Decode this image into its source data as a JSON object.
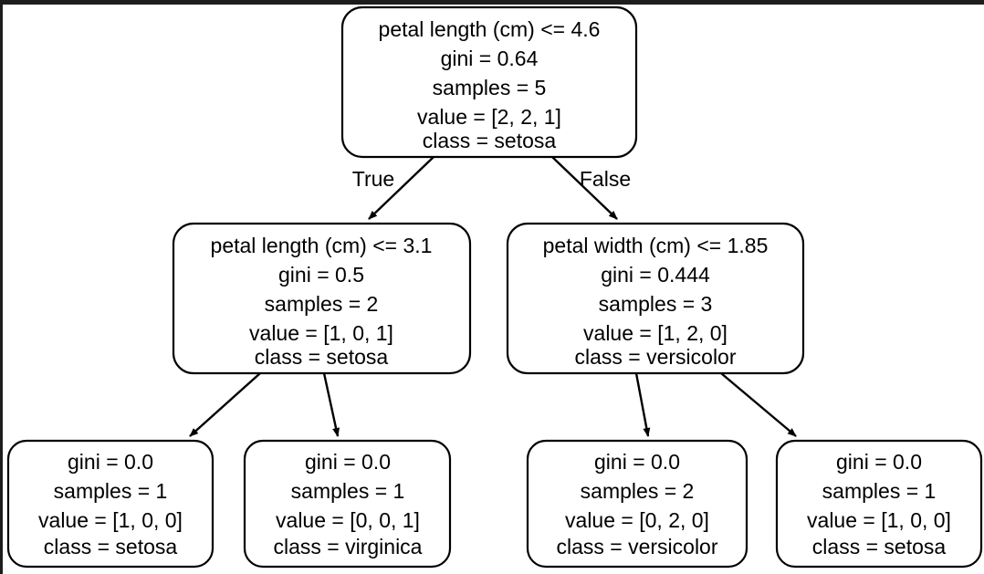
{
  "diagram": {
    "type": "decision-tree",
    "background_color": "#ffffff",
    "border_color": "#1d1d1d",
    "edge_color": "#000000",
    "text_color": "#000000",
    "class_names": [
      "setosa",
      "versicolor",
      "virginica"
    ],
    "edge_labels": {
      "left": "True",
      "right": "False"
    },
    "palette": {
      "white": "#ffffff",
      "setosa_orange": "#e58139",
      "versicolor_green": "#39e581",
      "versicolor_green_light": "#9bedbe",
      "virginica_purple": "#8139e5"
    },
    "nodes": [
      {
        "id": "root",
        "fill": "#ffffff",
        "lines": [
          "petal length (cm) <= 4.6",
          "gini = 0.64",
          "samples = 5",
          "value = [2, 2, 1]",
          "class = setosa"
        ],
        "feature": "petal length (cm)",
        "threshold": 4.6,
        "gini": 0.64,
        "samples": 5,
        "value": [
          2,
          2,
          1
        ],
        "class": "setosa"
      },
      {
        "id": "left-internal",
        "fill": "#ffffff",
        "lines": [
          "petal length (cm) <= 3.1",
          "gini = 0.5",
          "samples = 2",
          "value = [1, 0, 1]",
          "class = setosa"
        ],
        "feature": "petal length (cm)",
        "threshold": 3.1,
        "gini": 0.5,
        "samples": 2,
        "value": [
          1,
          0,
          1
        ],
        "class": "setosa"
      },
      {
        "id": "right-internal",
        "fill": "#9bedbe",
        "lines": [
          "petal width (cm) <= 1.85",
          "gini = 0.444",
          "samples = 3",
          "value = [1, 2, 0]",
          "class = versicolor"
        ],
        "feature": "petal width (cm)",
        "threshold": 1.85,
        "gini": 0.444,
        "samples": 3,
        "value": [
          1,
          2,
          0
        ],
        "class": "versicolor"
      },
      {
        "id": "leaf-1",
        "fill": "#e58139",
        "lines": [
          "gini = 0.0",
          "samples = 1",
          "value = [1, 0, 0]",
          "class = setosa"
        ],
        "gini": 0.0,
        "samples": 1,
        "value": [
          1,
          0,
          0
        ],
        "class": "setosa"
      },
      {
        "id": "leaf-2",
        "fill": "#8139e5",
        "lines": [
          "gini = 0.0",
          "samples = 1",
          "value = [0, 0, 1]",
          "class = virginica"
        ],
        "gini": 0.0,
        "samples": 1,
        "value": [
          0,
          0,
          1
        ],
        "class": "virginica"
      },
      {
        "id": "leaf-3",
        "fill": "#39e581",
        "lines": [
          "gini = 0.0",
          "samples = 2",
          "value = [0, 2, 0]",
          "class = versicolor"
        ],
        "gini": 0.0,
        "samples": 2,
        "value": [
          0,
          2,
          0
        ],
        "class": "versicolor"
      },
      {
        "id": "leaf-4",
        "fill": "#e58139",
        "lines": [
          "gini = 0.0",
          "samples = 1",
          "value = [1, 0, 0]",
          "class = setosa"
        ],
        "gini": 0.0,
        "samples": 1,
        "value": [
          1,
          0,
          0
        ],
        "class": "setosa"
      }
    ]
  }
}
